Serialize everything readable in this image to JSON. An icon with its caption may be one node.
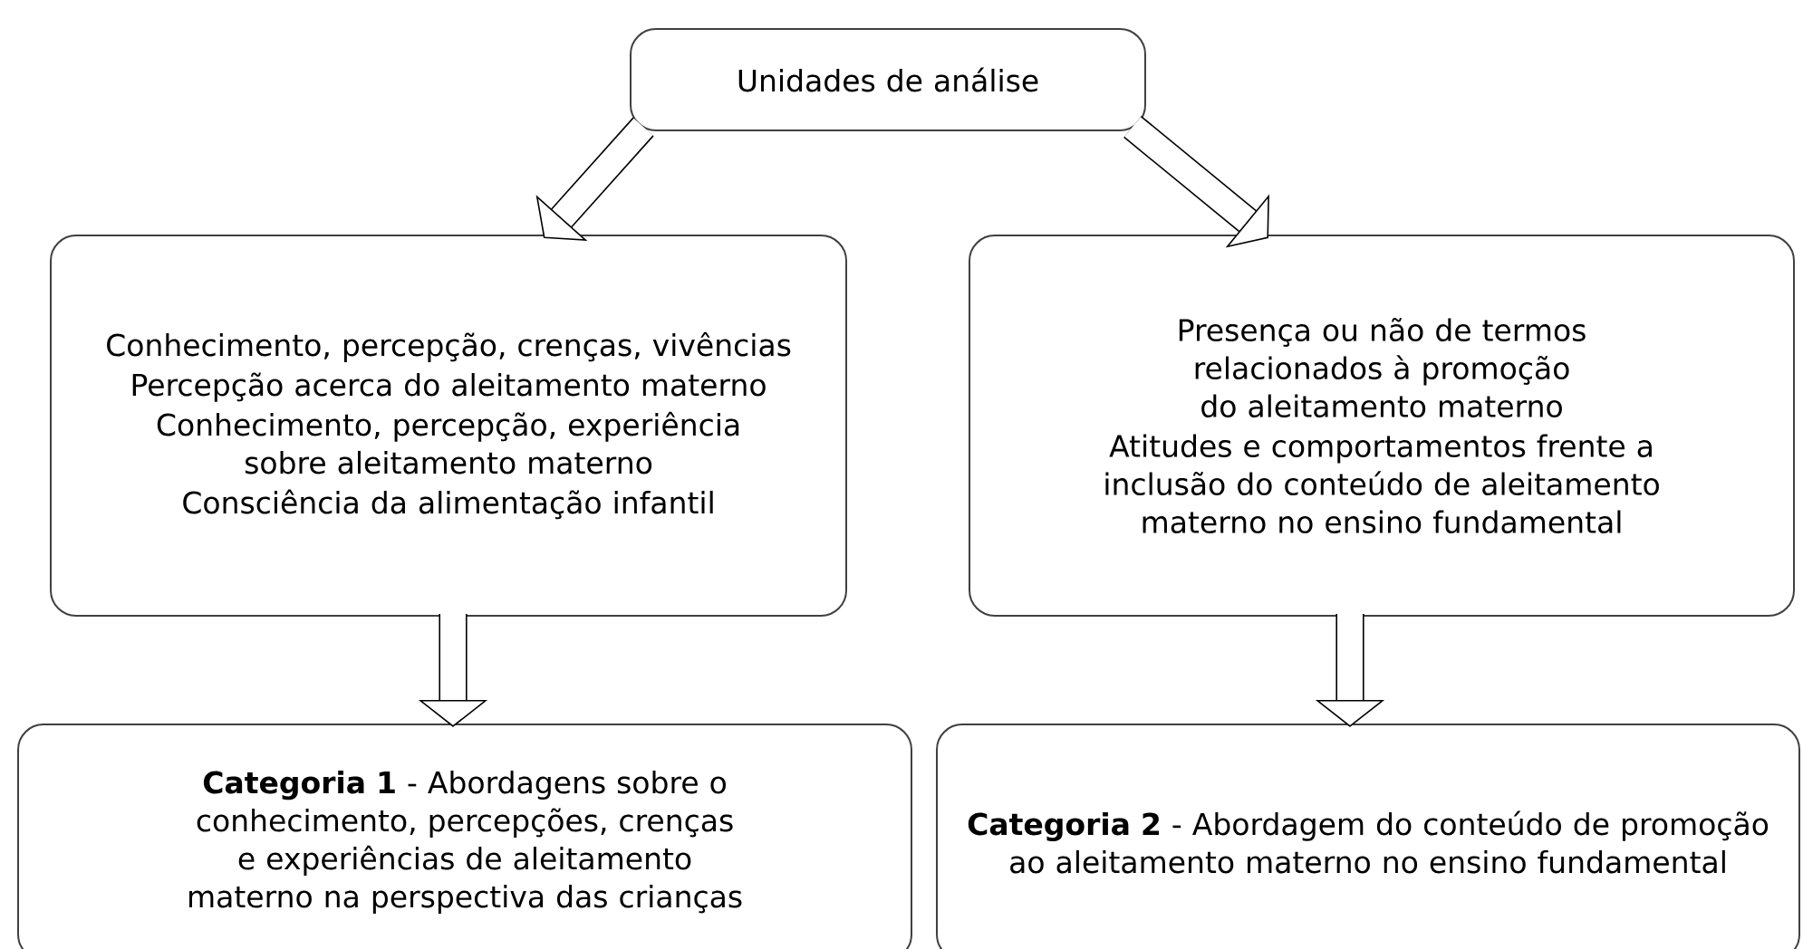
{
  "diagram": {
    "nodes": [
      {
        "text": [
          "Unidades de análise"
        ]
      },
      {
        "text": [
          "Conhecimento, percepção, crenças, vivências",
          "Percepção acerca do aleitamento materno",
          "Conhecimento, percepção, experiência sobre aleitamento materno",
          "Consciência da alimentação infantil"
        ]
      },
      {
        "text": [
          "Presença ou não de termos relacionados à promoção do aleitamento materno",
          "Atitudes e comportamentos frente a inclusão do conteúdo de aleitamento materno no ensino fundamental"
        ]
      },
      {
        "text": [
          "**Categoria 1** - Abordagens sobre o conhecimento, percepções, crenças e experiências de aleitamento materno na perspectiva das crianças"
        ]
      },
      {
        "text": [
          "**Categoria 2** - Abordagem do conteúdo de promoção ao aleitamento materno no ensino fundamental"
        ]
      }
    ],
    "edges": [
      {
        "from": 0,
        "to": 1,
        "arrow": "to"
      },
      {
        "from": 0,
        "to": 2,
        "arrow": "to"
      },
      {
        "from": 1,
        "to": 3,
        "arrow": "to"
      },
      {
        "from": 2,
        "to": 4,
        "arrow": "to"
      }
    ]
  }
}
